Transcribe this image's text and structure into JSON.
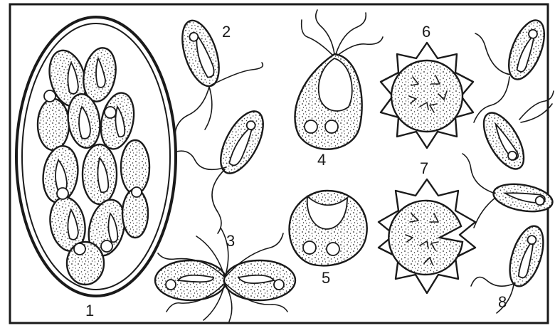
{
  "figure": {
    "panels": [
      {
        "id": "p1",
        "label": "1"
      },
      {
        "id": "p2",
        "label": "2"
      },
      {
        "id": "p3",
        "label": "3"
      },
      {
        "id": "p4",
        "label": "4"
      },
      {
        "id": "p5",
        "label": "5"
      },
      {
        "id": "p6",
        "label": "6"
      },
      {
        "id": "p7",
        "label": "7"
      },
      {
        "id": "p8",
        "label": "8"
      }
    ],
    "colors": {
      "ink": "#1a1a1a",
      "paper": "#ffffff"
    }
  }
}
